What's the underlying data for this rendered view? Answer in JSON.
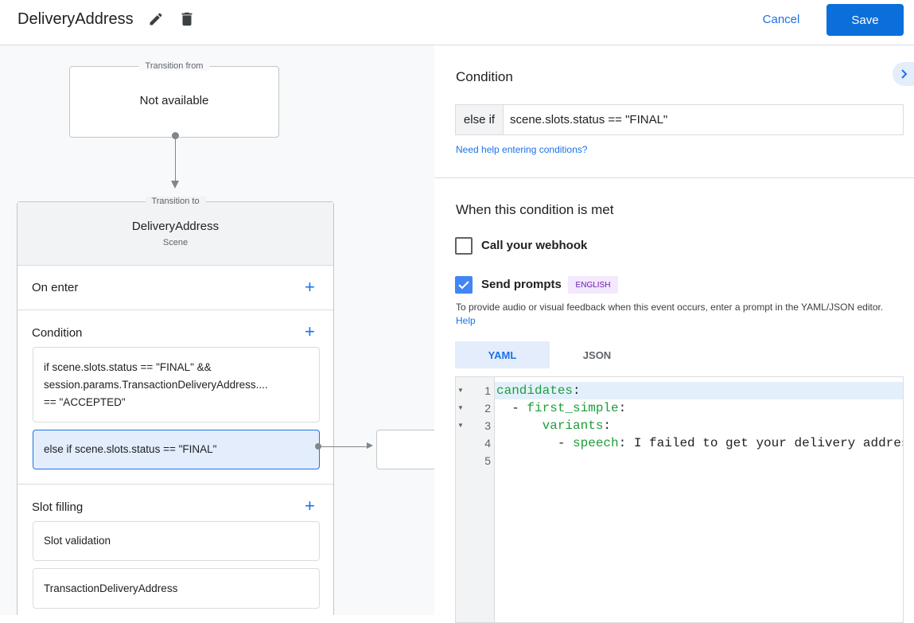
{
  "header": {
    "title": "DeliveryAddress",
    "edit_icon": "pencil-icon",
    "delete_icon": "trash-icon",
    "cancel_label": "Cancel",
    "save_label": "Save"
  },
  "canvas": {
    "transition_from": {
      "legend": "Transition from",
      "value": "Not available"
    },
    "transition_to": {
      "legend": "Transition to",
      "scene_name": "DeliveryAddress",
      "scene_type": "Scene"
    },
    "on_enter": {
      "label": "On enter"
    },
    "condition": {
      "label": "Condition",
      "items": [
        {
          "lines": [
            "if scene.slots.status == \"FINAL\" &&",
            "session.params.TransactionDeliveryAddress....",
            "== \"ACCEPTED\""
          ]
        },
        {
          "text": "else if scene.slots.status == \"FINAL\""
        }
      ]
    },
    "slot_filling": {
      "label": "Slot filling",
      "items": [
        "Slot validation",
        "TransactionDeliveryAddress"
      ]
    }
  },
  "panel": {
    "condition_title": "Condition",
    "condition_prefix": "else if",
    "condition_value": "scene.slots.status == \"FINAL\"",
    "help_link": "Need help entering conditions?",
    "met_title": "When this condition is met",
    "webhook_label": "Call your webhook",
    "webhook_checked": false,
    "prompts_label": "Send prompts",
    "prompts_checked": true,
    "language_badge": "ENGLISH",
    "description": "To provide audio or visual feedback when this event occurs, enter a prompt in the YAML/JSON editor.",
    "description_link": "Help",
    "tabs": [
      "YAML",
      "JSON"
    ],
    "active_tab": "YAML",
    "editor": {
      "line_numbers": [
        "1",
        "2",
        "3",
        "4",
        "5"
      ]
    }
  },
  "colors": {
    "accent": "#1a73e8",
    "save": "#0b6fdb",
    "selected_bg": "#e3edfb",
    "badge_bg": "#f3e8fd",
    "badge_text": "#681da8",
    "yaml_key": "#1e9e3a"
  }
}
